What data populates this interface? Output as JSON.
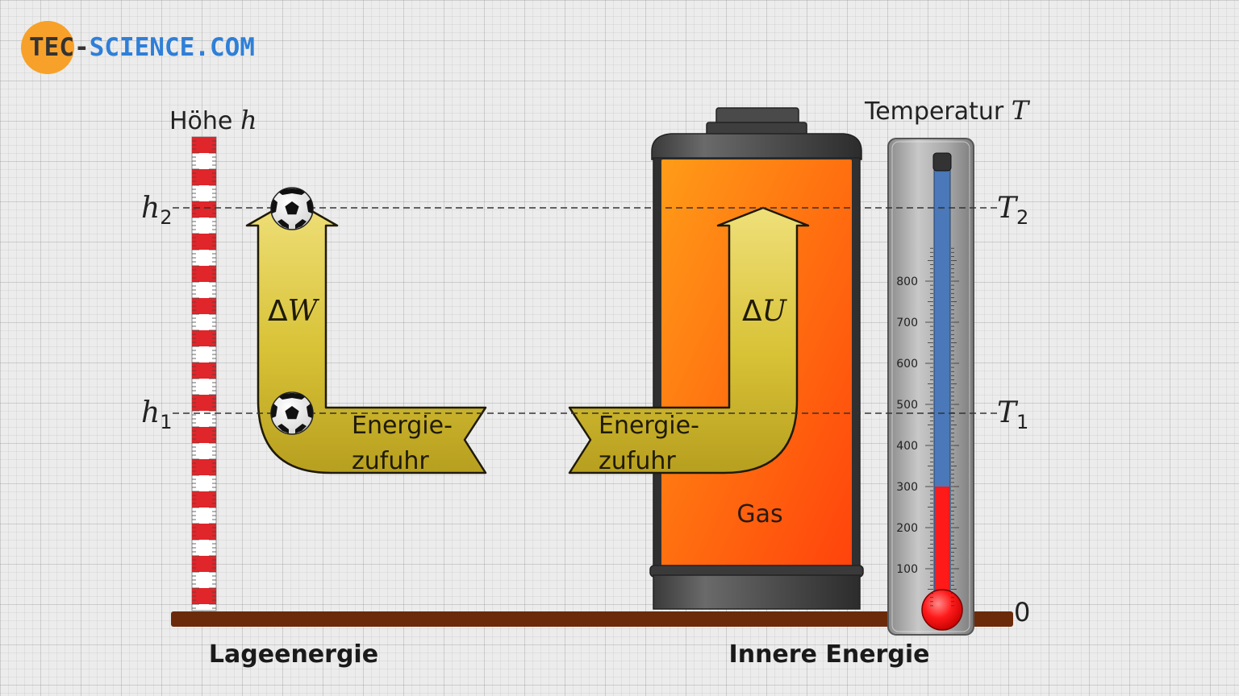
{
  "logo": {
    "part1": "TEC-",
    "part2": "SCIENCE.COM"
  },
  "height_axis": {
    "label": "Höhe",
    "symbol": "h"
  },
  "levels": {
    "h2": {
      "letter": "h",
      "sub": "2"
    },
    "h1": {
      "letter": "h",
      "sub": "1"
    },
    "T2": {
      "letter": "T",
      "sub": "2"
    },
    "T1": {
      "letter": "T",
      "sub": "1"
    }
  },
  "arrows": {
    "left": {
      "delta": "Δ",
      "symbol": "W",
      "line1": "Energie-",
      "line2": "zufuhr"
    },
    "right": {
      "delta": "Δ",
      "symbol": "U",
      "line1": "Energie-",
      "line2": "zufuhr"
    }
  },
  "tank": {
    "label": "Gas"
  },
  "thermometer": {
    "title": "Temperatur",
    "symbol": "T",
    "ticks": [
      "800",
      "700",
      "600",
      "500",
      "400",
      "300",
      "200",
      "100"
    ],
    "zero": "0",
    "fill_level": 300,
    "max": 900
  },
  "captions": {
    "left": "Lageenergie",
    "right": "Innere Energie"
  },
  "colors": {
    "arrow": "#d9c333",
    "arrow_edge": "#1f1a08",
    "liquid": "#ff1a1a",
    "column": "#4a78b8",
    "ground": "#6b2b0a",
    "tank_top": "#ff9a17",
    "tank_bottom": "#ff4a0c"
  }
}
